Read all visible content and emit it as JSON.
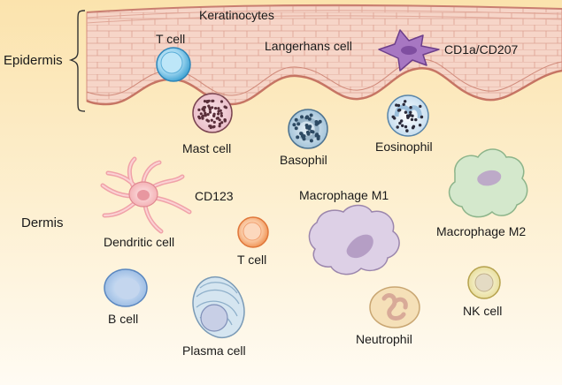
{
  "regions": {
    "epidermis": "Epidermis",
    "dermis": "Dermis"
  },
  "labels": {
    "keratinocytes": "Keratinocytes",
    "t_cell_epidermis": "T cell",
    "langerhans_cell": "Langerhans cell",
    "cd1a_cd207": "CD1a/CD207",
    "mast_cell": "Mast cell",
    "basophil": "Basophil",
    "eosinophil": "Eosinophil",
    "cd123": "CD123",
    "dendritic_cell": "Dendritic cell",
    "macrophage_m1": "Macrophage M1",
    "macrophage_m2": "Macrophage M2",
    "t_cell_dermis": "T cell",
    "b_cell": "B cell",
    "plasma_cell": "Plasma cell",
    "neutrophil": "Neutrophil",
    "nk_cell": "NK cell"
  },
  "colors": {
    "epidermis_fill": "#f5d3c6",
    "epidermis_line": "#d9998a",
    "dermis_top": "#fbe6b5",
    "dermis_bottom": "#fffaf0",
    "t_cell_blue": "#7fc8ea",
    "langerhans": "#a070b8",
    "mast_granule": "#5a2f3a",
    "basophil_granule": "#2d4a63",
    "eosinophil_granule": "#2a2a3a",
    "dendritic": "#f4b8b8",
    "t_cell_orange": "#f7b27e",
    "macrophage_m1": "#d9cce3",
    "macrophage_m2": "#cfe3c8",
    "b_cell": "#a9c8ea",
    "plasma_cell": "#c6dcea",
    "neutrophil": "#f2dcb3",
    "nk_cell": "#efe6b0"
  }
}
